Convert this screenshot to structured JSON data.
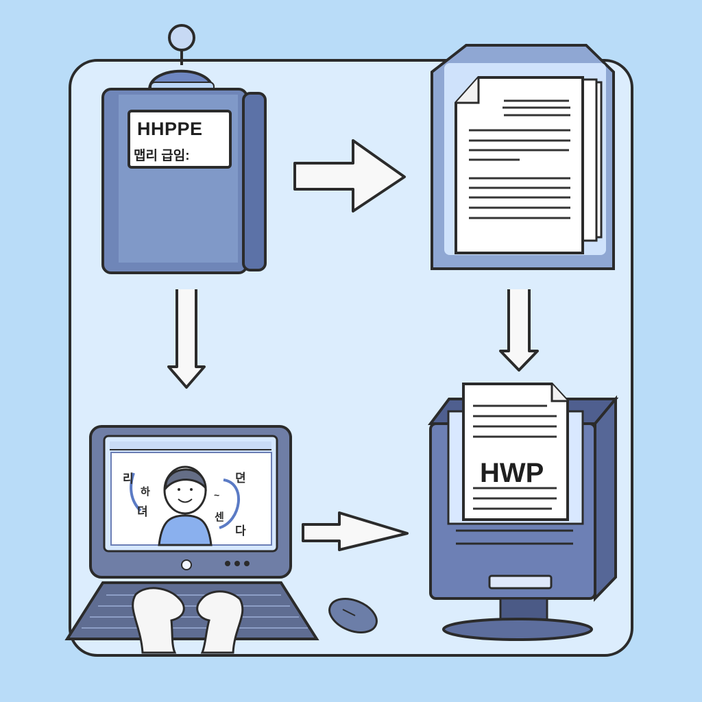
{
  "device": {
    "title": "HHPPE",
    "subtitle": "맵리 급임:"
  },
  "output": {
    "label": "HWP"
  },
  "screen": {
    "words": [
      "리",
      "하",
      "뎌",
      "뎐",
      "센",
      "다"
    ],
    "symbol": "~"
  },
  "colors": {
    "background": "#b9dcf8",
    "panel": "#dcedfd",
    "outline": "#2b2b2b",
    "device_body": "#6f86b8",
    "screen": "#d6e8ff",
    "paper": "#ffffff"
  }
}
